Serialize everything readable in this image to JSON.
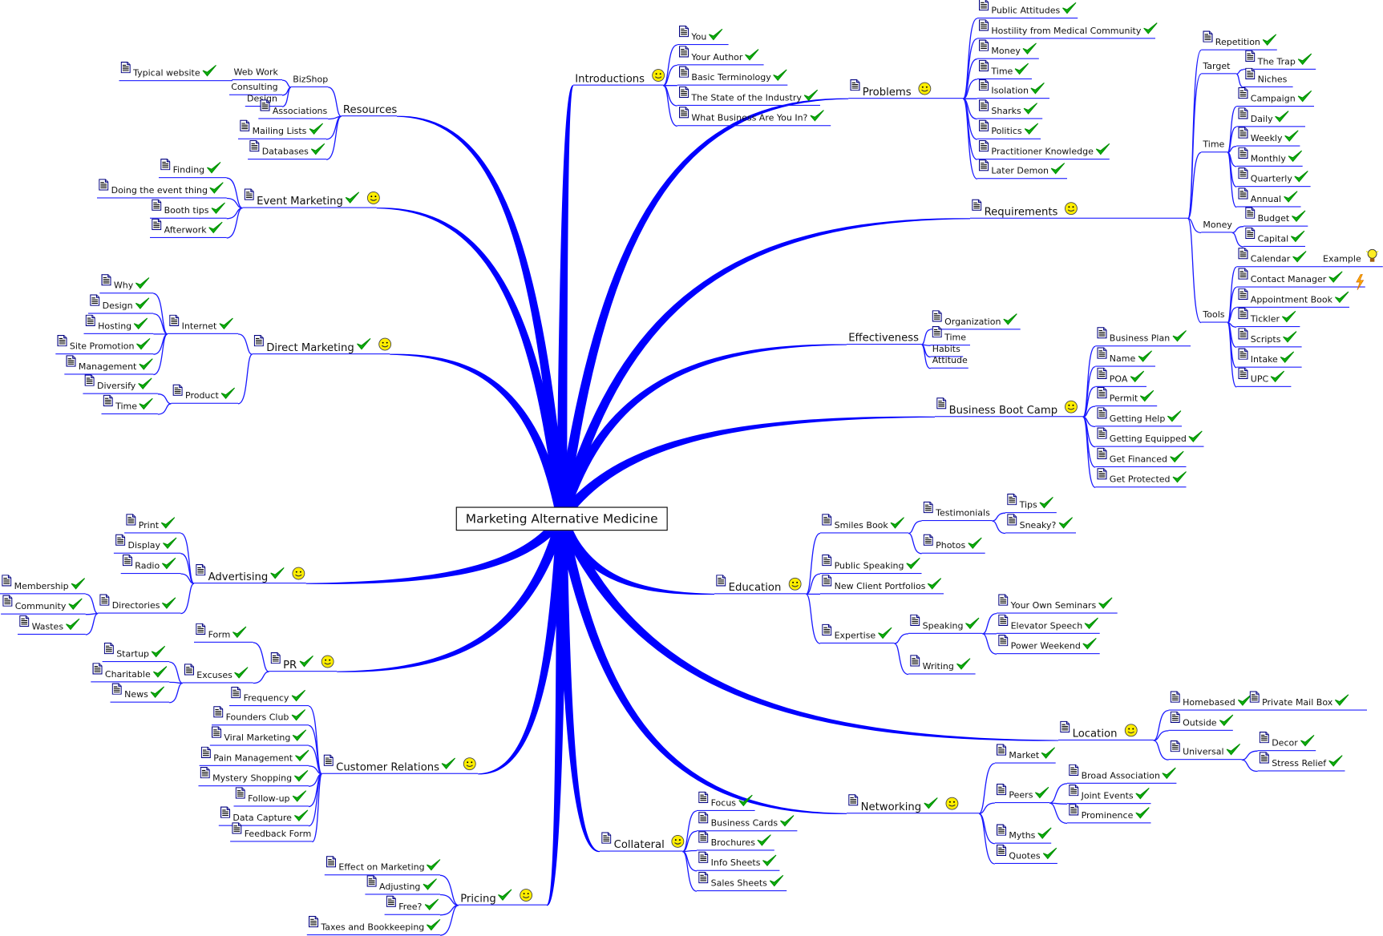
{
  "root": {
    "label": "Marketing Alternative Medicine"
  },
  "colors": {
    "branch": "#0000ff",
    "line": "#1a1aff",
    "check": "#00aa00",
    "smiley": "#ffee00"
  },
  "nodes": [
    {
      "id": "intro",
      "label": "Introductions",
      "icons": [
        "smiley"
      ],
      "parent": "root"
    },
    {
      "id": "i1",
      "label": "You",
      "icons": [
        "doc",
        "check"
      ],
      "parent": "intro"
    },
    {
      "id": "i2",
      "label": "Your Author",
      "icons": [
        "doc",
        "check"
      ],
      "parent": "intro"
    },
    {
      "id": "i3",
      "label": "Basic Terminology",
      "icons": [
        "doc",
        "check"
      ],
      "parent": "intro"
    },
    {
      "id": "i4",
      "label": "The State of the Industry",
      "icons": [
        "doc",
        "check"
      ],
      "parent": "intro"
    },
    {
      "id": "i5",
      "label": "What Business Are You In?",
      "icons": [
        "doc",
        "check"
      ],
      "parent": "intro"
    },
    {
      "id": "prob",
      "label": "Problems",
      "icons": [
        "doc",
        "smiley"
      ],
      "parent": "root"
    },
    {
      "id": "p1",
      "label": "Public Attitudes",
      "icons": [
        "doc",
        "check"
      ],
      "parent": "prob"
    },
    {
      "id": "p2",
      "label": "Hostility from Medical Community",
      "icons": [
        "doc",
        "check"
      ],
      "parent": "prob"
    },
    {
      "id": "p3",
      "label": "Money",
      "icons": [
        "doc",
        "check"
      ],
      "parent": "prob"
    },
    {
      "id": "p4",
      "label": "Time",
      "icons": [
        "doc",
        "check"
      ],
      "parent": "prob"
    },
    {
      "id": "p5",
      "label": "Isolation",
      "icons": [
        "doc",
        "check"
      ],
      "parent": "prob"
    },
    {
      "id": "p6",
      "label": "Sharks",
      "icons": [
        "doc",
        "check"
      ],
      "parent": "prob"
    },
    {
      "id": "p7",
      "label": "Politics",
      "icons": [
        "doc",
        "check"
      ],
      "parent": "prob"
    },
    {
      "id": "p8",
      "label": "Practitioner Knowledge",
      "icons": [
        "doc",
        "check"
      ],
      "parent": "prob"
    },
    {
      "id": "p9",
      "label": "Later Demon",
      "icons": [
        "doc",
        "check"
      ],
      "parent": "prob"
    },
    {
      "id": "req",
      "label": "Requirements",
      "icons": [
        "doc",
        "smiley"
      ],
      "parent": "root"
    },
    {
      "id": "r1",
      "label": "Repetition",
      "icons": [
        "doc",
        "check"
      ],
      "parent": "req"
    },
    {
      "id": "r2",
      "label": "Target",
      "icons": [],
      "parent": "req"
    },
    {
      "id": "r2a",
      "label": "The Trap",
      "icons": [
        "doc",
        "check"
      ],
      "parent": "r2"
    },
    {
      "id": "r2b",
      "label": "Niches",
      "icons": [
        "doc"
      ],
      "parent": "r2"
    },
    {
      "id": "r3",
      "label": "Time",
      "icons": [],
      "parent": "req"
    },
    {
      "id": "r3a",
      "label": "Campaign",
      "icons": [
        "doc",
        "check"
      ],
      "parent": "r3"
    },
    {
      "id": "r3b",
      "label": "Daily",
      "icons": [
        "doc",
        "check"
      ],
      "parent": "r3"
    },
    {
      "id": "r3c",
      "label": "Weekly",
      "icons": [
        "doc",
        "check"
      ],
      "parent": "r3"
    },
    {
      "id": "r3d",
      "label": "Monthly",
      "icons": [
        "doc",
        "check"
      ],
      "parent": "r3"
    },
    {
      "id": "r3e",
      "label": "Quarterly",
      "icons": [
        "doc",
        "check"
      ],
      "parent": "r3"
    },
    {
      "id": "r3f",
      "label": "Annual",
      "icons": [
        "doc",
        "check"
      ],
      "parent": "r3"
    },
    {
      "id": "r4",
      "label": "Money",
      "icons": [],
      "parent": "req"
    },
    {
      "id": "r4a",
      "label": "Budget",
      "icons": [
        "doc",
        "check"
      ],
      "parent": "r4"
    },
    {
      "id": "r4b",
      "label": "Capital",
      "icons": [
        "doc",
        "check"
      ],
      "parent": "r4"
    },
    {
      "id": "r5",
      "label": "Tools",
      "icons": [],
      "parent": "req"
    },
    {
      "id": "r5a",
      "label": "Calendar",
      "icons": [
        "doc",
        "check"
      ],
      "parent": "r5"
    },
    {
      "id": "r5a1",
      "label": "Example",
      "icons": [
        "bulb"
      ],
      "parent": "r5a"
    },
    {
      "id": "r5b",
      "label": "Contact Manager",
      "icons": [
        "doc",
        "check",
        "bolt"
      ],
      "parent": "r5"
    },
    {
      "id": "r5c",
      "label": "Appointment Book",
      "icons": [
        "doc",
        "check"
      ],
      "parent": "r5"
    },
    {
      "id": "r5d",
      "label": "Tickler",
      "icons": [
        "doc",
        "check"
      ],
      "parent": "r5"
    },
    {
      "id": "r5e",
      "label": "Scripts",
      "icons": [
        "doc",
        "check"
      ],
      "parent": "r5"
    },
    {
      "id": "r5f",
      "label": "Intake",
      "icons": [
        "doc",
        "check"
      ],
      "parent": "r5"
    },
    {
      "id": "r5g",
      "label": "UPC",
      "icons": [
        "doc",
        "check"
      ],
      "parent": "r5"
    },
    {
      "id": "eff",
      "label": "Effectiveness",
      "icons": [],
      "parent": "root"
    },
    {
      "id": "e1",
      "label": "Organization",
      "icons": [
        "doc",
        "check"
      ],
      "parent": "eff"
    },
    {
      "id": "e2",
      "label": "Time",
      "icons": [
        "doc"
      ],
      "parent": "eff"
    },
    {
      "id": "e3",
      "label": "Habits",
      "icons": [],
      "parent": "eff"
    },
    {
      "id": "e4",
      "label": "Attitude",
      "icons": [],
      "parent": "eff"
    },
    {
      "id": "bbc",
      "label": "Business Boot Camp",
      "icons": [
        "doc",
        "smiley"
      ],
      "parent": "root"
    },
    {
      "id": "b1",
      "label": "Business Plan",
      "icons": [
        "doc",
        "check"
      ],
      "parent": "bbc"
    },
    {
      "id": "b2",
      "label": "Name",
      "icons": [
        "doc",
        "check"
      ],
      "parent": "bbc"
    },
    {
      "id": "b3",
      "label": "POA",
      "icons": [
        "doc",
        "check"
      ],
      "parent": "bbc"
    },
    {
      "id": "b4",
      "label": "Permit",
      "icons": [
        "doc",
        "check"
      ],
      "parent": "bbc"
    },
    {
      "id": "b5",
      "label": "Getting Help",
      "icons": [
        "doc",
        "check"
      ],
      "parent": "bbc"
    },
    {
      "id": "b6",
      "label": "Getting Equipped",
      "icons": [
        "doc",
        "check"
      ],
      "parent": "bbc"
    },
    {
      "id": "b7",
      "label": "Get Financed",
      "icons": [
        "doc",
        "check"
      ],
      "parent": "bbc"
    },
    {
      "id": "b8",
      "label": "Get Protected",
      "icons": [
        "doc",
        "check"
      ],
      "parent": "bbc"
    },
    {
      "id": "edu",
      "label": "Education",
      "icons": [
        "doc",
        "smiley"
      ],
      "parent": "root"
    },
    {
      "id": "ed1",
      "label": "Smiles Book",
      "icons": [
        "doc",
        "check"
      ],
      "parent": "edu"
    },
    {
      "id": "ed1a",
      "label": "Testimonials",
      "icons": [
        "doc"
      ],
      "parent": "ed1"
    },
    {
      "id": "ed1a1",
      "label": "Tips",
      "icons": [
        "doc",
        "check"
      ],
      "parent": "ed1a"
    },
    {
      "id": "ed1a2",
      "label": "Sneaky?",
      "icons": [
        "doc",
        "check"
      ],
      "parent": "ed1a"
    },
    {
      "id": "ed1b",
      "label": "Photos",
      "icons": [
        "doc",
        "check"
      ],
      "parent": "ed1"
    },
    {
      "id": "ed2",
      "label": "Public Speaking",
      "icons": [
        "doc",
        "check"
      ],
      "parent": "edu"
    },
    {
      "id": "ed3",
      "label": "New Client Portfolios",
      "icons": [
        "doc",
        "check"
      ],
      "parent": "edu"
    },
    {
      "id": "ed4",
      "label": "Expertise",
      "icons": [
        "doc",
        "check"
      ],
      "parent": "edu"
    },
    {
      "id": "ed4a",
      "label": "Speaking",
      "icons": [
        "doc",
        "check"
      ],
      "parent": "ed4"
    },
    {
      "id": "ed4a1",
      "label": "Your Own Seminars",
      "icons": [
        "doc",
        "check"
      ],
      "parent": "ed4a"
    },
    {
      "id": "ed4a2",
      "label": "Elevator Speech",
      "icons": [
        "doc",
        "check"
      ],
      "parent": "ed4a"
    },
    {
      "id": "ed4a3",
      "label": "Power Weekend",
      "icons": [
        "doc",
        "check"
      ],
      "parent": "ed4a"
    },
    {
      "id": "ed4b",
      "label": "Writing",
      "icons": [
        "doc",
        "check"
      ],
      "parent": "ed4"
    },
    {
      "id": "loc",
      "label": "Location",
      "icons": [
        "doc",
        "smiley"
      ],
      "parent": "root"
    },
    {
      "id": "l1",
      "label": "Homebased",
      "icons": [
        "doc",
        "check"
      ],
      "parent": "loc"
    },
    {
      "id": "l1a",
      "label": "Private Mail Box",
      "icons": [
        "doc",
        "check"
      ],
      "parent": "l1"
    },
    {
      "id": "l2",
      "label": "Outside",
      "icons": [
        "doc",
        "check"
      ],
      "parent": "loc"
    },
    {
      "id": "l3",
      "label": "Universal",
      "icons": [
        "doc",
        "check"
      ],
      "parent": "loc"
    },
    {
      "id": "l3a",
      "label": "Decor",
      "icons": [
        "doc",
        "check"
      ],
      "parent": "l3"
    },
    {
      "id": "l3b",
      "label": "Stress Relief",
      "icons": [
        "doc",
        "check"
      ],
      "parent": "l3"
    },
    {
      "id": "net",
      "label": "Networking",
      "icons": [
        "doc",
        "check",
        "smiley"
      ],
      "parent": "root"
    },
    {
      "id": "n1",
      "label": "Market",
      "icons": [
        "doc",
        "check"
      ],
      "parent": "net"
    },
    {
      "id": "n2",
      "label": "Peers",
      "icons": [
        "doc",
        "check"
      ],
      "parent": "net"
    },
    {
      "id": "n2a",
      "label": "Broad Association",
      "icons": [
        "doc",
        "check"
      ],
      "parent": "n2"
    },
    {
      "id": "n2b",
      "label": "Joint Events",
      "icons": [
        "doc",
        "check"
      ],
      "parent": "n2"
    },
    {
      "id": "n2c",
      "label": "Prominence",
      "icons": [
        "doc",
        "check"
      ],
      "parent": "n2"
    },
    {
      "id": "n3",
      "label": "Myths",
      "icons": [
        "doc",
        "check"
      ],
      "parent": "net"
    },
    {
      "id": "n4",
      "label": "Quotes",
      "icons": [
        "doc",
        "check"
      ],
      "parent": "net"
    },
    {
      "id": "col",
      "label": "Collateral",
      "icons": [
        "doc",
        "smiley"
      ],
      "parent": "root"
    },
    {
      "id": "c1",
      "label": "Focus",
      "icons": [
        "doc",
        "check"
      ],
      "parent": "col"
    },
    {
      "id": "c2",
      "label": "Business Cards",
      "icons": [
        "doc",
        "check"
      ],
      "parent": "col"
    },
    {
      "id": "c3",
      "label": "Brochures",
      "icons": [
        "doc",
        "check"
      ],
      "parent": "col"
    },
    {
      "id": "c4",
      "label": "Info Sheets",
      "icons": [
        "doc",
        "check"
      ],
      "parent": "col"
    },
    {
      "id": "c5",
      "label": "Sales Sheets",
      "icons": [
        "doc",
        "check"
      ],
      "parent": "col"
    },
    {
      "id": "pri",
      "label": "Pricing",
      "icons": [
        "check",
        "smiley"
      ],
      "parent": "root"
    },
    {
      "id": "pr1",
      "label": "Effect on Marketing",
      "icons": [
        "doc",
        "check"
      ],
      "parent": "pri"
    },
    {
      "id": "pr2",
      "label": "Adjusting",
      "icons": [
        "doc",
        "check"
      ],
      "parent": "pri"
    },
    {
      "id": "pr3",
      "label": "Free?",
      "icons": [
        "doc",
        "check"
      ],
      "parent": "pri"
    },
    {
      "id": "pr4",
      "label": "Taxes and Bookkeeping",
      "icons": [
        "doc",
        "check"
      ],
      "parent": "pri"
    },
    {
      "id": "cr",
      "label": "Customer Relations",
      "icons": [
        "doc",
        "check",
        "smiley"
      ],
      "parent": "root"
    },
    {
      "id": "cr1",
      "label": "Frequency",
      "icons": [
        "doc",
        "check"
      ],
      "parent": "cr"
    },
    {
      "id": "cr2",
      "label": "Founders Club",
      "icons": [
        "doc",
        "check"
      ],
      "parent": "cr"
    },
    {
      "id": "cr3",
      "label": "Viral Marketing",
      "icons": [
        "doc",
        "check"
      ],
      "parent": "cr"
    },
    {
      "id": "cr4",
      "label": "Pain Management",
      "icons": [
        "doc",
        "check"
      ],
      "parent": "cr"
    },
    {
      "id": "cr5",
      "label": "Mystery Shopping",
      "icons": [
        "doc",
        "check"
      ],
      "parent": "cr"
    },
    {
      "id": "cr6",
      "label": "Follow-up",
      "icons": [
        "doc",
        "check"
      ],
      "parent": "cr"
    },
    {
      "id": "cr7",
      "label": "Data Capture",
      "icons": [
        "doc",
        "check"
      ],
      "parent": "cr"
    },
    {
      "id": "cr8",
      "label": "Feedback Form",
      "icons": [
        "doc"
      ],
      "parent": "cr"
    },
    {
      "id": "prr",
      "label": "PR",
      "icons": [
        "doc",
        "check",
        "smiley"
      ],
      "parent": "root"
    },
    {
      "id": "prr1",
      "label": "Form",
      "icons": [
        "doc",
        "check"
      ],
      "parent": "prr"
    },
    {
      "id": "prr2",
      "label": "Excuses",
      "icons": [
        "doc",
        "check"
      ],
      "parent": "prr"
    },
    {
      "id": "prr2a",
      "label": "Startup",
      "icons": [
        "doc",
        "check"
      ],
      "parent": "prr2"
    },
    {
      "id": "prr2b",
      "label": "Charitable",
      "icons": [
        "doc",
        "check"
      ],
      "parent": "prr2"
    },
    {
      "id": "prr2c",
      "label": "News",
      "icons": [
        "doc",
        "check"
      ],
      "parent": "prr2"
    },
    {
      "id": "adv",
      "label": "Advertising",
      "icons": [
        "doc",
        "check",
        "smiley"
      ],
      "parent": "root"
    },
    {
      "id": "a1",
      "label": "Print",
      "icons": [
        "doc",
        "check"
      ],
      "parent": "adv"
    },
    {
      "id": "a2",
      "label": "Display",
      "icons": [
        "doc",
        "check"
      ],
      "parent": "adv"
    },
    {
      "id": "a3",
      "label": "Radio",
      "icons": [
        "doc",
        "check"
      ],
      "parent": "adv"
    },
    {
      "id": "a4",
      "label": "Directories",
      "icons": [
        "doc",
        "check"
      ],
      "parent": "adv"
    },
    {
      "id": "a4a",
      "label": "Membership",
      "icons": [
        "doc",
        "check"
      ],
      "parent": "a4"
    },
    {
      "id": "a4b",
      "label": "Community",
      "icons": [
        "doc",
        "check"
      ],
      "parent": "a4"
    },
    {
      "id": "a4c",
      "label": "Wastes",
      "icons": [
        "doc",
        "check"
      ],
      "parent": "a4"
    },
    {
      "id": "dm",
      "label": "Direct Marketing",
      "icons": [
        "doc",
        "check",
        "smiley"
      ],
      "parent": "root"
    },
    {
      "id": "d1",
      "label": "Internet",
      "icons": [
        "doc",
        "check"
      ],
      "parent": "dm"
    },
    {
      "id": "d1a",
      "label": "Why",
      "icons": [
        "doc",
        "check"
      ],
      "parent": "d1"
    },
    {
      "id": "d1b",
      "label": "Design",
      "icons": [
        "doc",
        "check"
      ],
      "parent": "d1"
    },
    {
      "id": "d1c",
      "label": "Hosting",
      "icons": [
        "doc",
        "check"
      ],
      "parent": "d1"
    },
    {
      "id": "d1d",
      "label": "Site Promotion",
      "icons": [
        "doc",
        "check"
      ],
      "parent": "d1"
    },
    {
      "id": "d1e",
      "label": "Management",
      "icons": [
        "doc",
        "check"
      ],
      "parent": "d1"
    },
    {
      "id": "d2",
      "label": "Product",
      "icons": [
        "doc",
        "check"
      ],
      "parent": "dm"
    },
    {
      "id": "d2a",
      "label": "Diversify",
      "icons": [
        "doc",
        "check"
      ],
      "parent": "d2"
    },
    {
      "id": "d2b",
      "label": "Time",
      "icons": [
        "doc",
        "check"
      ],
      "parent": "d2"
    },
    {
      "id": "em",
      "label": "Event Marketing",
      "icons": [
        "doc",
        "check",
        "smiley"
      ],
      "parent": "root"
    },
    {
      "id": "em1",
      "label": "Finding",
      "icons": [
        "doc",
        "check"
      ],
      "parent": "em"
    },
    {
      "id": "em2",
      "label": "Doing the event thing",
      "icons": [
        "doc",
        "check"
      ],
      "parent": "em"
    },
    {
      "id": "em3",
      "label": "Booth tips",
      "icons": [
        "doc",
        "check"
      ],
      "parent": "em"
    },
    {
      "id": "em4",
      "label": "Afterwork",
      "icons": [
        "doc",
        "check"
      ],
      "parent": "em"
    },
    {
      "id": "res",
      "label": "Resources",
      "icons": [],
      "parent": "root"
    },
    {
      "id": "rs1",
      "label": "BizShop",
      "icons": [],
      "parent": "res"
    },
    {
      "id": "rs1a",
      "label": "Web Work",
      "icons": [],
      "parent": "rs1"
    },
    {
      "id": "rs1a1",
      "label": "Typical website",
      "icons": [
        "doc",
        "check"
      ],
      "parent": "rs1a"
    },
    {
      "id": "rs1b",
      "label": "Consulting",
      "icons": [],
      "parent": "rs1"
    },
    {
      "id": "rs1c",
      "label": "Design",
      "icons": [],
      "parent": "rs1"
    },
    {
      "id": "rs2",
      "label": "Associations",
      "icons": [
        "doc"
      ],
      "parent": "res"
    },
    {
      "id": "rs3",
      "label": "Mailing Lists",
      "icons": [
        "doc",
        "check"
      ],
      "parent": "res"
    },
    {
      "id": "rs4",
      "label": "Databases",
      "icons": [
        "doc",
        "check"
      ],
      "parent": "res"
    }
  ]
}
